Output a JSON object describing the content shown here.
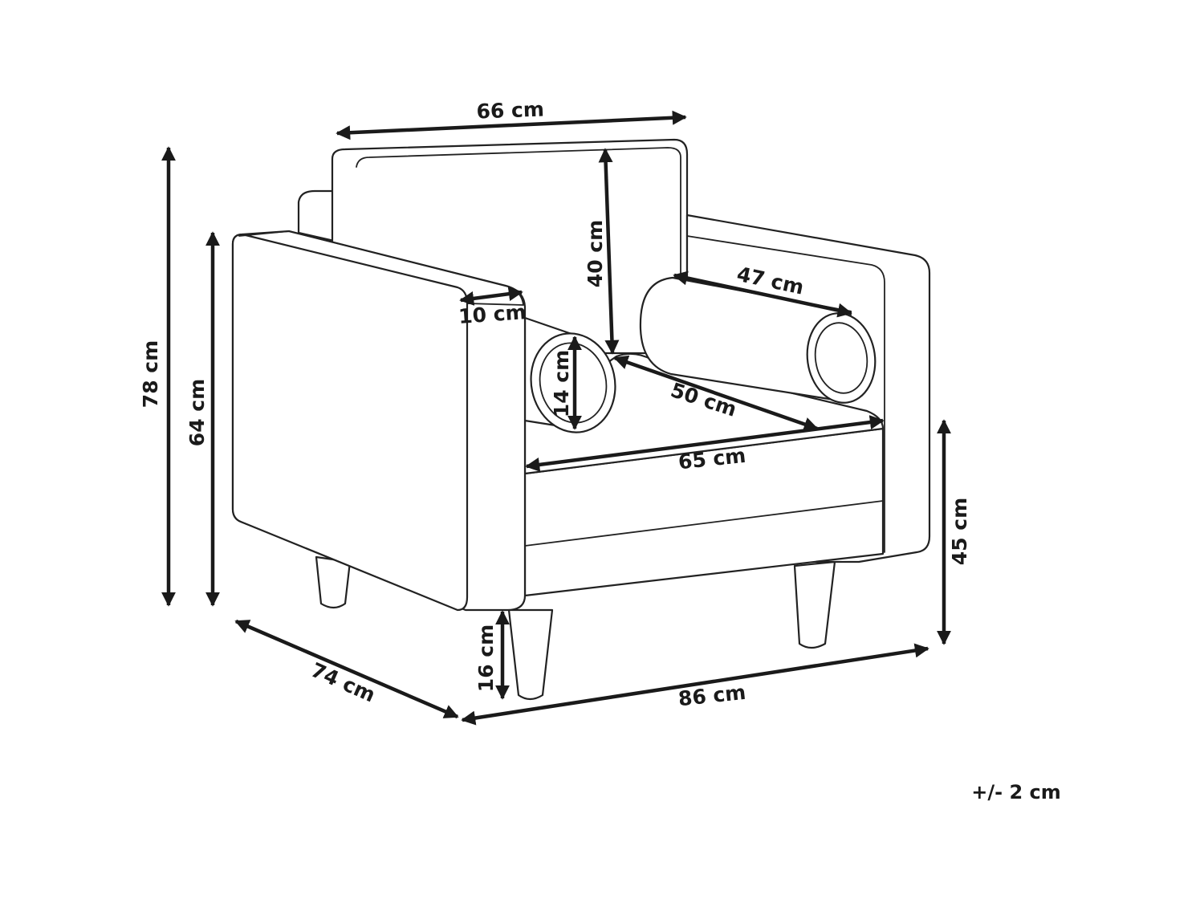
{
  "dimensions": {
    "backrest_width": "66 cm",
    "total_height": "78 cm",
    "arm_height": "64 cm",
    "backrest_height": "40 cm",
    "bolster_length": "47 cm",
    "arm_width": "10 cm",
    "bolster_diameter": "14 cm",
    "seat_depth": "50 cm",
    "seat_width": "65 cm",
    "seat_height": "45 cm",
    "leg_height": "16 cm",
    "total_depth": "74 cm",
    "total_width": "86 cm"
  },
  "tolerance": "+/- 2 cm",
  "colors": {
    "ink": "#1a1a1a",
    "fill": "#ffffff"
  }
}
